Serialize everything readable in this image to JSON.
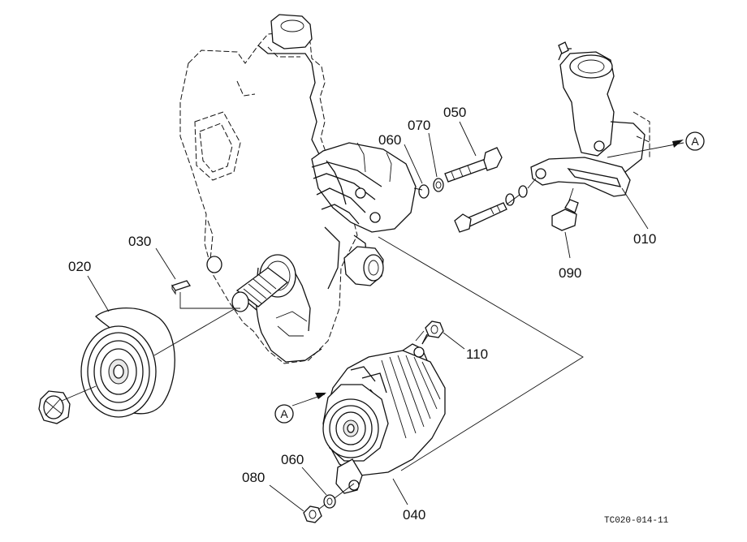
{
  "labels": {
    "p010": "010",
    "p020": "020",
    "p030": "030",
    "p040": "040",
    "p050": "050",
    "p060a": "060",
    "p060b": "060",
    "p070": "070",
    "p080": "080",
    "p090": "090",
    "p110": "110"
  },
  "markers": {
    "right": "A",
    "left": "A"
  },
  "footer": {
    "code": "TC020-014-11"
  },
  "colors": {
    "ink": "#111111",
    "paper": "#ffffff"
  }
}
